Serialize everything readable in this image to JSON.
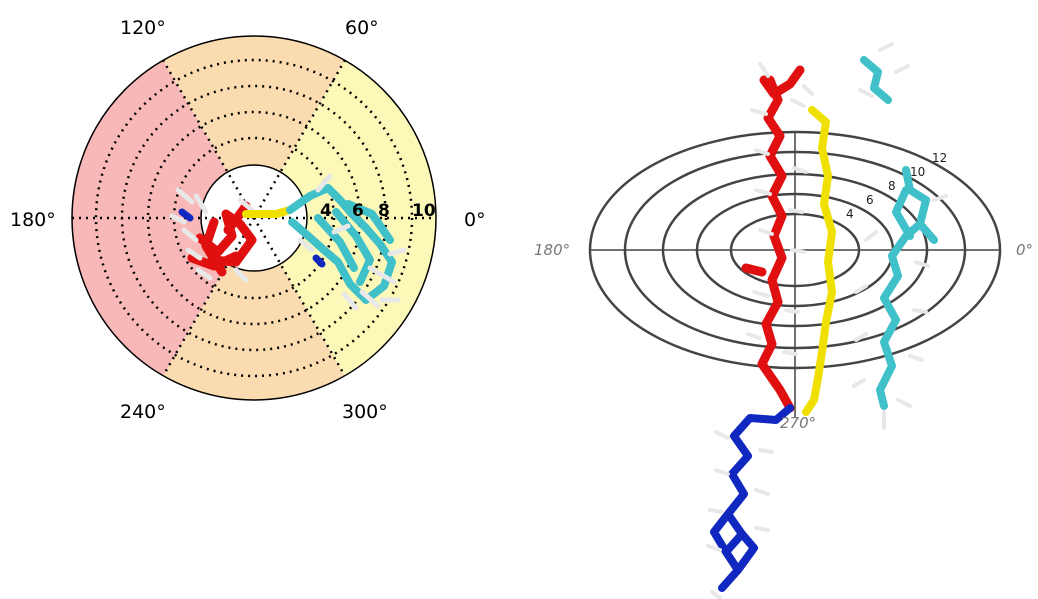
{
  "left_panel": {
    "angle_labels": {
      "a0": "0°",
      "a60": "60°",
      "a120": "120°",
      "a180": "180°",
      "a240": "240°",
      "a300": "300°"
    },
    "radial_labels": {
      "r4": "4",
      "r6": "6",
      "r8": "8",
      "r10": "10"
    },
    "sector_colors": {
      "pink": "#f8b8b8",
      "peach": "#fbdcb0",
      "yellow": "#fbf8b8"
    }
  },
  "right_panel": {
    "angle_labels": {
      "a0": "0°",
      "a180": "180°",
      "a270": "270°"
    },
    "radial_labels": {
      "r4": "4",
      "r6": "6",
      "r8": "8",
      "r10": "10",
      "r12": "12"
    }
  },
  "molecule_colors": {
    "red": "#e01010",
    "yellow": "#f0e000",
    "cyan": "#40c0c8",
    "blue": "#1028c0",
    "white": "#e8e8e8"
  }
}
